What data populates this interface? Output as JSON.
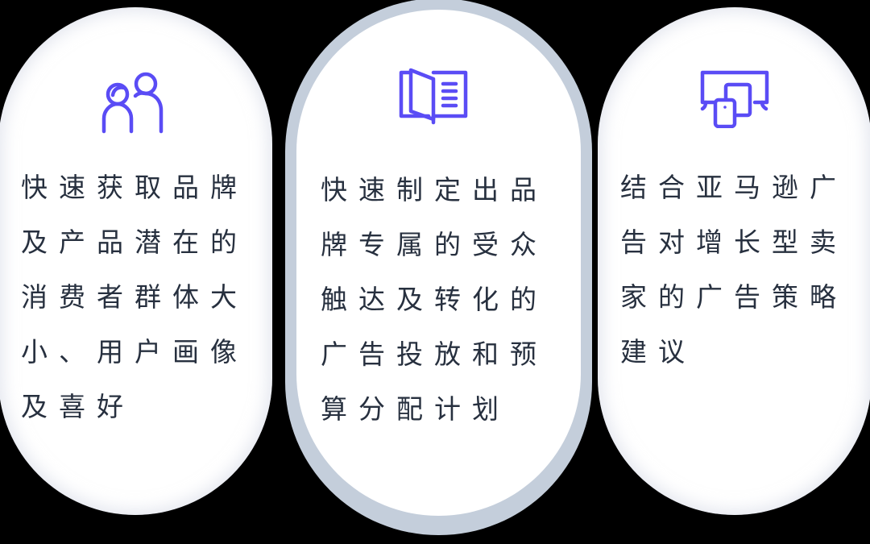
{
  "theme": {
    "icon_color": "#5a4cf5",
    "text_color": "#27303f",
    "card_bg": "#ffffff",
    "highlight_ring": "#c4cedb",
    "page_bg": "#000000"
  },
  "cards": [
    {
      "icon": "users-icon",
      "lines": [
        "快速获取品牌",
        "及产品潜在的",
        "消费者群体大",
        "小、用户画像",
        "及喜好"
      ],
      "highlighted": false
    },
    {
      "icon": "open-book-icon",
      "lines": [
        "快速制定出品",
        "牌专属的受众",
        "触达及转化的",
        "广告投放和预",
        "算分配计划"
      ],
      "highlighted": true
    },
    {
      "icon": "devices-icon",
      "lines": [
        "结合亚马逊广",
        "告对增长型卖",
        "家的广告策略",
        "建议"
      ],
      "highlighted": false
    }
  ]
}
